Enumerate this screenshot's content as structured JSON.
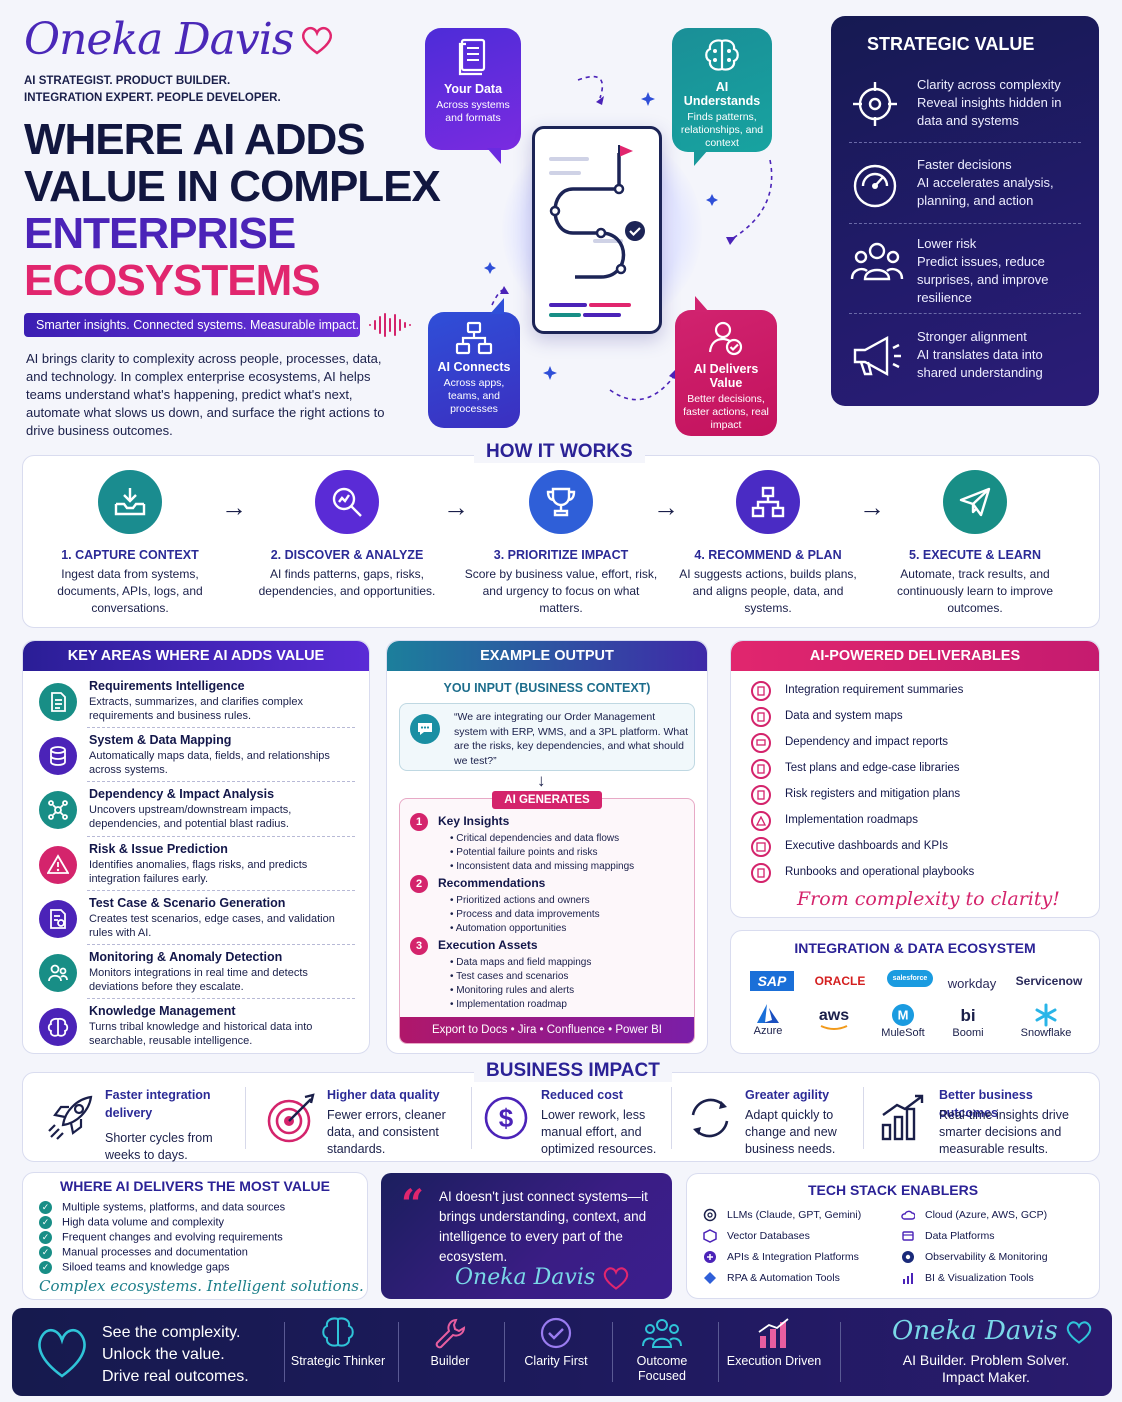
{
  "header": {
    "author": "Oneka Davis",
    "roles": [
      "AI STRATEGIST. PRODUCT BUILDER.",
      "INTEGRATION EXPERT. PEOPLE DEVELOPER."
    ],
    "headline": [
      "WHERE AI ADDS",
      "VALUE IN COMPLEX",
      "ENTERPRISE",
      "ECOSYSTEMS"
    ],
    "tagline": "Smarter insights. Connected systems. Measurable impact.",
    "intro": "AI brings clarity to complexity across people, processes, data, and technology. In complex enterprise ecosystems, AI helps teams understand what's happening, predict what's next, automate what slows us down, and surface the right actions to drive business outcomes."
  },
  "hero": {
    "your_data": {
      "title": "Your Data",
      "sub": "Across systems and formats"
    },
    "ai_understands": {
      "title": "AI Understands",
      "sub": "Finds patterns, relationships, and context"
    },
    "ai_connects": {
      "title": "AI Connects",
      "sub": "Across apps, teams, and processes"
    },
    "ai_delivers": {
      "title": "AI Delivers Value",
      "sub": "Better decisions, faster actions, real impact"
    }
  },
  "strategic": {
    "title": "STRATEGIC VALUE",
    "items": [
      {
        "icon": "target-icon",
        "title": "Clarity across complexity",
        "desc": "Reveal insights hidden in data and systems"
      },
      {
        "icon": "speedometer-icon",
        "title": "Faster decisions",
        "desc": "AI accelerates analysis, planning, and action"
      },
      {
        "icon": "people-icon",
        "title": "Lower risk",
        "desc": "Predict issues, reduce surprises, and improve resilience"
      },
      {
        "icon": "megaphone-icon",
        "title": "Stronger alignment",
        "desc": "AI translates data into shared understanding"
      }
    ]
  },
  "how": {
    "title": "HOW IT WORKS",
    "steps": [
      {
        "title": "1. CAPTURE CONTEXT",
        "desc": "Ingest data from systems, documents, APIs, logs, and conversations.",
        "icon": "inbox-download-icon",
        "color": "#1a8c8f"
      },
      {
        "title": "2. DISCOVER & ANALYZE",
        "desc": "AI finds patterns, gaps, risks, dependencies, and opportunities.",
        "icon": "magnifier-chart-icon",
        "color": "#5a2bd6"
      },
      {
        "title": "3. PRIORITIZE IMPACT",
        "desc": "Score by business value, effort, risk, and urgency to focus on what matters.",
        "icon": "trophy-icon",
        "color": "#2f5fd8"
      },
      {
        "title": "4. RECOMMEND & PLAN",
        "desc": "AI suggests actions, builds plans, and aligns people, data, and systems.",
        "icon": "hierarchy-icon",
        "color": "#4a2bc4"
      },
      {
        "title": "5. EXECUTE & LEARN",
        "desc": "Automate, track results, and continuously learn to improve outcomes.",
        "icon": "paper-plane-icon",
        "color": "#188e86"
      }
    ],
    "arrow": "→"
  },
  "keys": {
    "title": "KEY AREAS WHERE AI ADDS VALUE",
    "items": [
      {
        "title": "Requirements Intelligence",
        "desc": "Extracts, summarizes, and clarifies complex requirements and business rules.",
        "icon": "document-icon",
        "color": "#188e86"
      },
      {
        "title": "System & Data Mapping",
        "desc": "Automatically maps data, fields, and relationships across systems.",
        "icon": "database-icon",
        "color": "#4b23b8"
      },
      {
        "title": "Dependency & Impact Analysis",
        "desc": "Uncovers upstream/downstream impacts, dependencies, and potential blast radius.",
        "icon": "network-icon",
        "color": "#188e86"
      },
      {
        "title": "Risk & Issue Prediction",
        "desc": "Identifies anomalies, flags risks, and predicts integration failures early.",
        "icon": "warning-icon",
        "color": "#d4246c"
      },
      {
        "title": "Test Case & Scenario Generation",
        "desc": "Creates test scenarios, edge cases, and validation rules with AI.",
        "icon": "test-doc-icon",
        "color": "#4b23b8"
      },
      {
        "title": "Monitoring & Anomaly Detection",
        "desc": "Monitors integrations in real time and detects deviations before they escalate.",
        "icon": "team-icon",
        "color": "#188e86"
      },
      {
        "title": "Knowledge Management",
        "desc": "Turns tribal knowledge and historical data into searchable, reusable intelligence.",
        "icon": "brain-icon",
        "color": "#4b23b8"
      }
    ]
  },
  "example": {
    "title": "EXAMPLE OUTPUT",
    "input_label": "YOU INPUT (BUSINESS CONTEXT)",
    "input_text": "“We are integrating our Order Management system with ERP, WMS, and a 3PL platform. What are the risks, key dependencies, and what should we test?”",
    "arrow": "↓",
    "generates_label": "AI GENERATES",
    "groups": [
      {
        "num": "1",
        "title": "Key Insights",
        "items": [
          "Critical dependencies and data flows",
          "Potential failure points and risks",
          "Inconsistent data and missing mappings"
        ]
      },
      {
        "num": "2",
        "title": "Recommendations",
        "items": [
          "Prioritized actions and owners",
          "Process and data improvements",
          "Automation opportunities"
        ]
      },
      {
        "num": "3",
        "title": "Execution Assets",
        "items": [
          "Data maps and field mappings",
          "Test cases and scenarios",
          "Monitoring rules and alerts",
          "Implementation roadmap"
        ]
      }
    ],
    "export": "Export to Docs • Jira • Confluence • Power BI"
  },
  "deliverables": {
    "title": "AI-POWERED DELIVERABLES",
    "items": [
      "Integration requirement summaries",
      "Data and system maps",
      "Dependency and impact reports",
      "Test plans and edge-case libraries",
      "Risk registers and mitigation plans",
      "Implementation roadmaps",
      "Executive dashboards and KPIs",
      "Runbooks and operational playbooks"
    ],
    "tagline": "From complexity to clarity!"
  },
  "ecosystem": {
    "title": "INTEGRATION & DATA ECOSYSTEM",
    "row1": [
      "SAP",
      "ORACLE",
      "salesforce",
      "workday",
      "Servicenow"
    ],
    "row2": [
      "Azure",
      "aws",
      "MuleSoft",
      "Boomi",
      "Snowflake"
    ]
  },
  "business": {
    "title": "BUSINESS IMPACT",
    "items": [
      {
        "title": "Faster integration delivery",
        "desc": "Shorter cycles from weeks to days.",
        "icon": "rocket-icon"
      },
      {
        "title": "Higher data quality",
        "desc": "Fewer errors, cleaner data, and consistent standards.",
        "icon": "target-arrow-icon"
      },
      {
        "title": "Reduced cost",
        "desc": "Lower rework, less manual effort, and optimized resources.",
        "icon": "dollar-icon"
      },
      {
        "title": "Greater agility",
        "desc": "Adapt quickly to change and new business needs.",
        "icon": "cycle-icon"
      },
      {
        "title": "Better business outcomes",
        "desc": "Real-time insights drive smarter decisions and measurable results.",
        "icon": "growth-chart-icon"
      }
    ]
  },
  "most_value": {
    "title": "WHERE AI DELIVERS THE MOST VALUE",
    "items": [
      "Multiple systems, platforms, and data sources",
      "High data volume and complexity",
      "Frequent changes and evolving requirements",
      "Manual processes and documentation",
      "Siloed teams and knowledge gaps"
    ],
    "tagline": "Complex ecosystems. Intelligent solutions."
  },
  "quote": {
    "mark": "“",
    "text": "AI doesn't just connect systems—it brings understanding, context, and intelligence to every part of the ecosystem.",
    "signature": "Oneka Davis"
  },
  "tech": {
    "title": "TECH STACK ENABLERS",
    "left": [
      "LLMs (Claude, GPT, Gemini)",
      "Vector Databases",
      "APIs & Integration Platforms",
      "RPA & Automation Tools"
    ],
    "right": [
      "Cloud (Azure, AWS, GCP)",
      "Data Platforms",
      "Observability & Monitoring",
      "BI & Visualization Tools"
    ]
  },
  "footer": {
    "lines": [
      "See the complexity.",
      "Unlock the value.",
      "Drive real outcomes."
    ],
    "cols": [
      {
        "label": "Strategic Thinker",
        "icon": "brain-icon"
      },
      {
        "label": "Builder",
        "icon": "wrench-icon"
      },
      {
        "label": "Clarity First",
        "icon": "check-circle-icon"
      },
      {
        "label": "Outcome Focused",
        "icon": "people-icon"
      },
      {
        "label": "Execution Driven",
        "icon": "bar-chart-icon"
      }
    ],
    "signature": "Oneka Davis",
    "sub": "AI Builder. Problem Solver. Impact Maker."
  },
  "colors": {
    "purple": "#4b23b8",
    "magenta": "#d4246c",
    "teal": "#188e86",
    "navy": "#161a4e"
  }
}
